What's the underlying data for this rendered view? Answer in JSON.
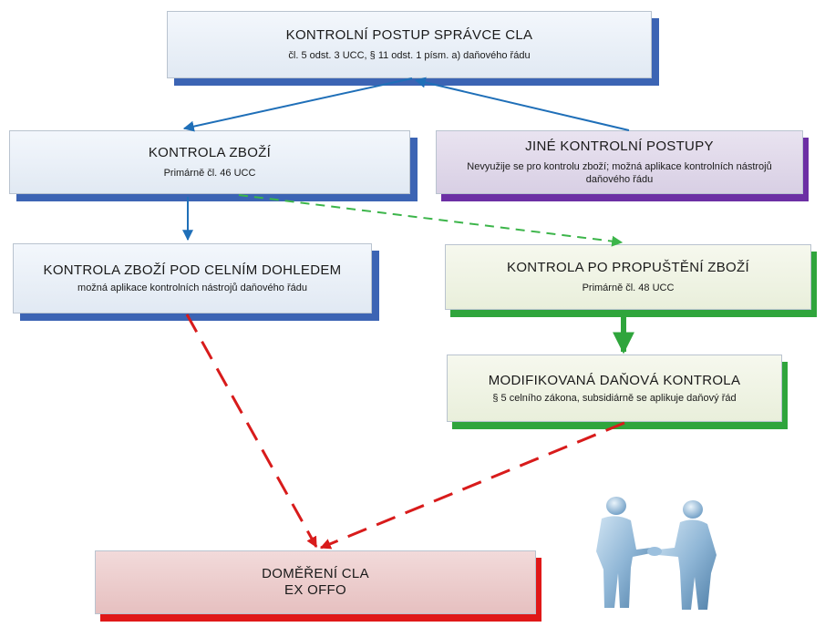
{
  "boxes": {
    "top": {
      "title": "KONTROLNÍ POSTUP SPRÁVCE CLA",
      "subtitle": "čl. 5 odst. 3 UCC, § 11 odst. 1 písm. a) daňového řádu"
    },
    "goods": {
      "title": "KONTROLA ZBOŽÍ",
      "subtitle": "Primárně čl. 46 UCC"
    },
    "other": {
      "title": "JINÉ KONTROLNÍ POSTUPY",
      "subtitle": "Nevyužije se pro kontrolu zboží; možná aplikace kontrolních nástrojů daňového řádu"
    },
    "supervision": {
      "title": "KONTROLA ZBOŽÍ POD CELNÍM DOHLEDEM",
      "subtitle": "možná aplikace kontrolních nástrojů daňového řádu"
    },
    "post_release": {
      "title": "KONTROLA PO PROPUŠTĚNÍ ZBOŽÍ",
      "subtitle": "Primárně čl. 48 UCC"
    },
    "modified": {
      "title": "MODIFIKOVANÁ DAŇOVÁ KONTROLA",
      "subtitle": "§ 5 celního zákona, subsidiárně se aplikuje daňový řád"
    },
    "result": {
      "title": "DOMĚŘENÍ CLA",
      "subtitle": "EX OFFO"
    }
  },
  "colors": {
    "blue_accent": "#3c64b4",
    "purple_accent": "#6c2fa4",
    "green_accent": "#2fa53c",
    "red_accent": "#e01818",
    "arrow_blue": "#1f6fb8",
    "arrow_green_dashed": "#3cb54a",
    "arrow_red_dashed": "#d81b1b"
  },
  "icons": [
    "handshake-people-icon"
  ]
}
